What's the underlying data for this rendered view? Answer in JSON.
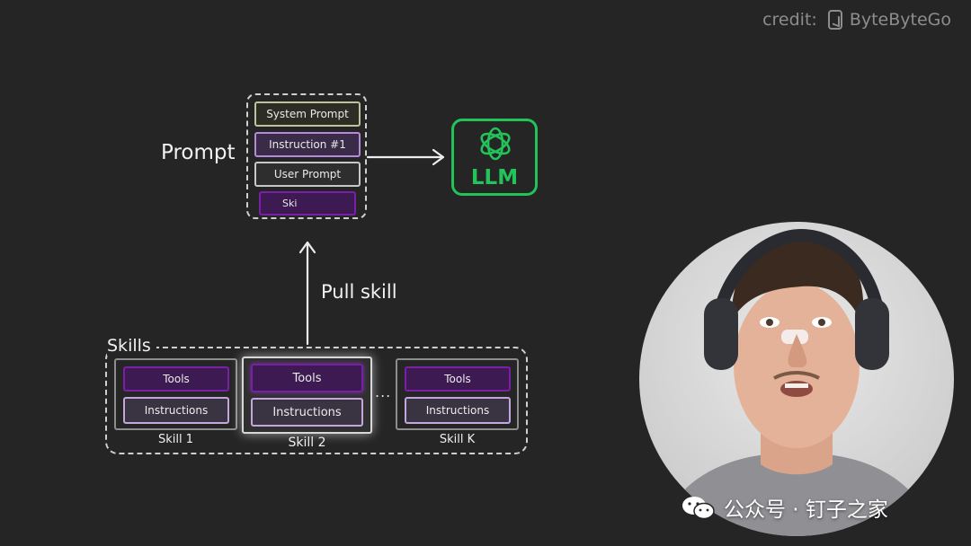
{
  "credit": {
    "prefix": "credit:",
    "brand": "ByteByteGo"
  },
  "prompt": {
    "label": "Prompt",
    "items": [
      "System Prompt",
      "Instruction #1",
      "User Prompt",
      "Ski"
    ]
  },
  "llm": {
    "label": "LLM"
  },
  "pull": {
    "label": "Pull skill"
  },
  "skills": {
    "label": "Skills",
    "ellipsis": "...",
    "cards": [
      {
        "tools": "Tools",
        "instructions": "Instructions",
        "caption": "Skill 1"
      },
      {
        "tools": "Tools",
        "instructions": "Instructions",
        "caption": "Skill 2"
      },
      {
        "tools": "Tools",
        "instructions": "Instructions",
        "caption": "Skill K"
      }
    ]
  },
  "watermark": {
    "text": "公众号 · 钉子之家"
  },
  "colors": {
    "background": "#252525",
    "llm_green": "#22c45a",
    "skill_purple": "#7a1fa8",
    "instruction_purple": "#b489d8"
  }
}
